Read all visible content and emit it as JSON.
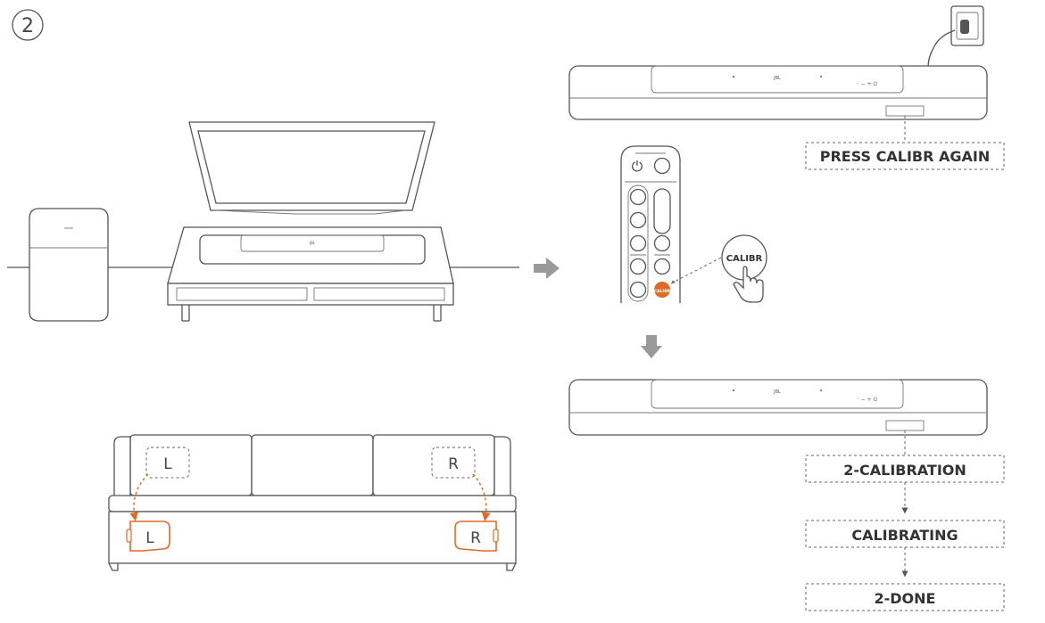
{
  "step": {
    "number": "2"
  },
  "soundbar": {
    "logo": "JBL"
  },
  "remote": {
    "calibr_small": "CALIBR",
    "calibr_callout": "CALIBR"
  },
  "speakers": {
    "left": "L",
    "right": "R"
  },
  "captions": {
    "press_again": "PRESS CALIBR AGAIN",
    "calibration": "2-CALIBRATION",
    "calibrating": "CALIBRATING",
    "done": "2-DONE"
  },
  "colors": {
    "line": "#555555",
    "accent": "#e06a25",
    "arrow": "#9a9a9a"
  }
}
